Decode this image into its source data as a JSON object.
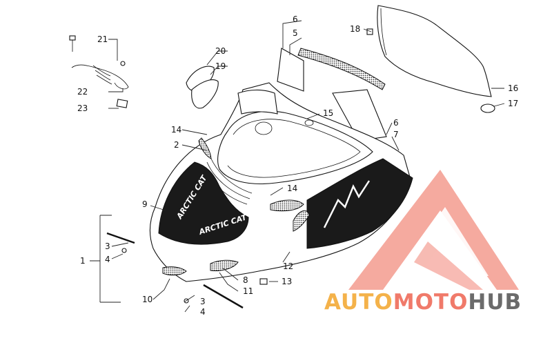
{
  "diagram": {
    "callouts": [
      "1",
      "2",
      "3",
      "4",
      "3",
      "4",
      "5",
      "6",
      "6",
      "7",
      "8",
      "9",
      "10",
      "11",
      "12",
      "13",
      "14",
      "14",
      "15",
      "16",
      "17",
      "18",
      "19",
      "20",
      "21",
      "22",
      "23"
    ],
    "decal_text": [
      "ARCTIC CAT",
      "ARCTIC CAT"
    ]
  },
  "watermark": {
    "part1": "AUTO",
    "part2": "MOTO",
    "part3": "HUB",
    "colors": {
      "auto": "#f4b24a",
      "moto": "#f07a6a",
      "hub": "#6b6b6b",
      "logo": "#f07a6a"
    }
  }
}
